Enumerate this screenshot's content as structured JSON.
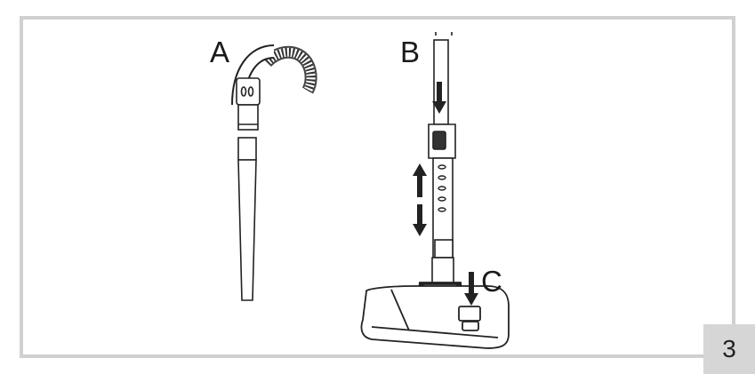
{
  "figure": {
    "labels": {
      "a": "A",
      "b": "B",
      "c": "C"
    },
    "page_number": "3",
    "colors": {
      "frame": "#d0d0d0",
      "line": "#222222",
      "badge": "#d6d6d6"
    },
    "icons": [
      "hose-icon",
      "wand-tube-icon",
      "floor-nozzle-icon",
      "arrow-down-icon",
      "arrow-up-icon"
    ]
  }
}
